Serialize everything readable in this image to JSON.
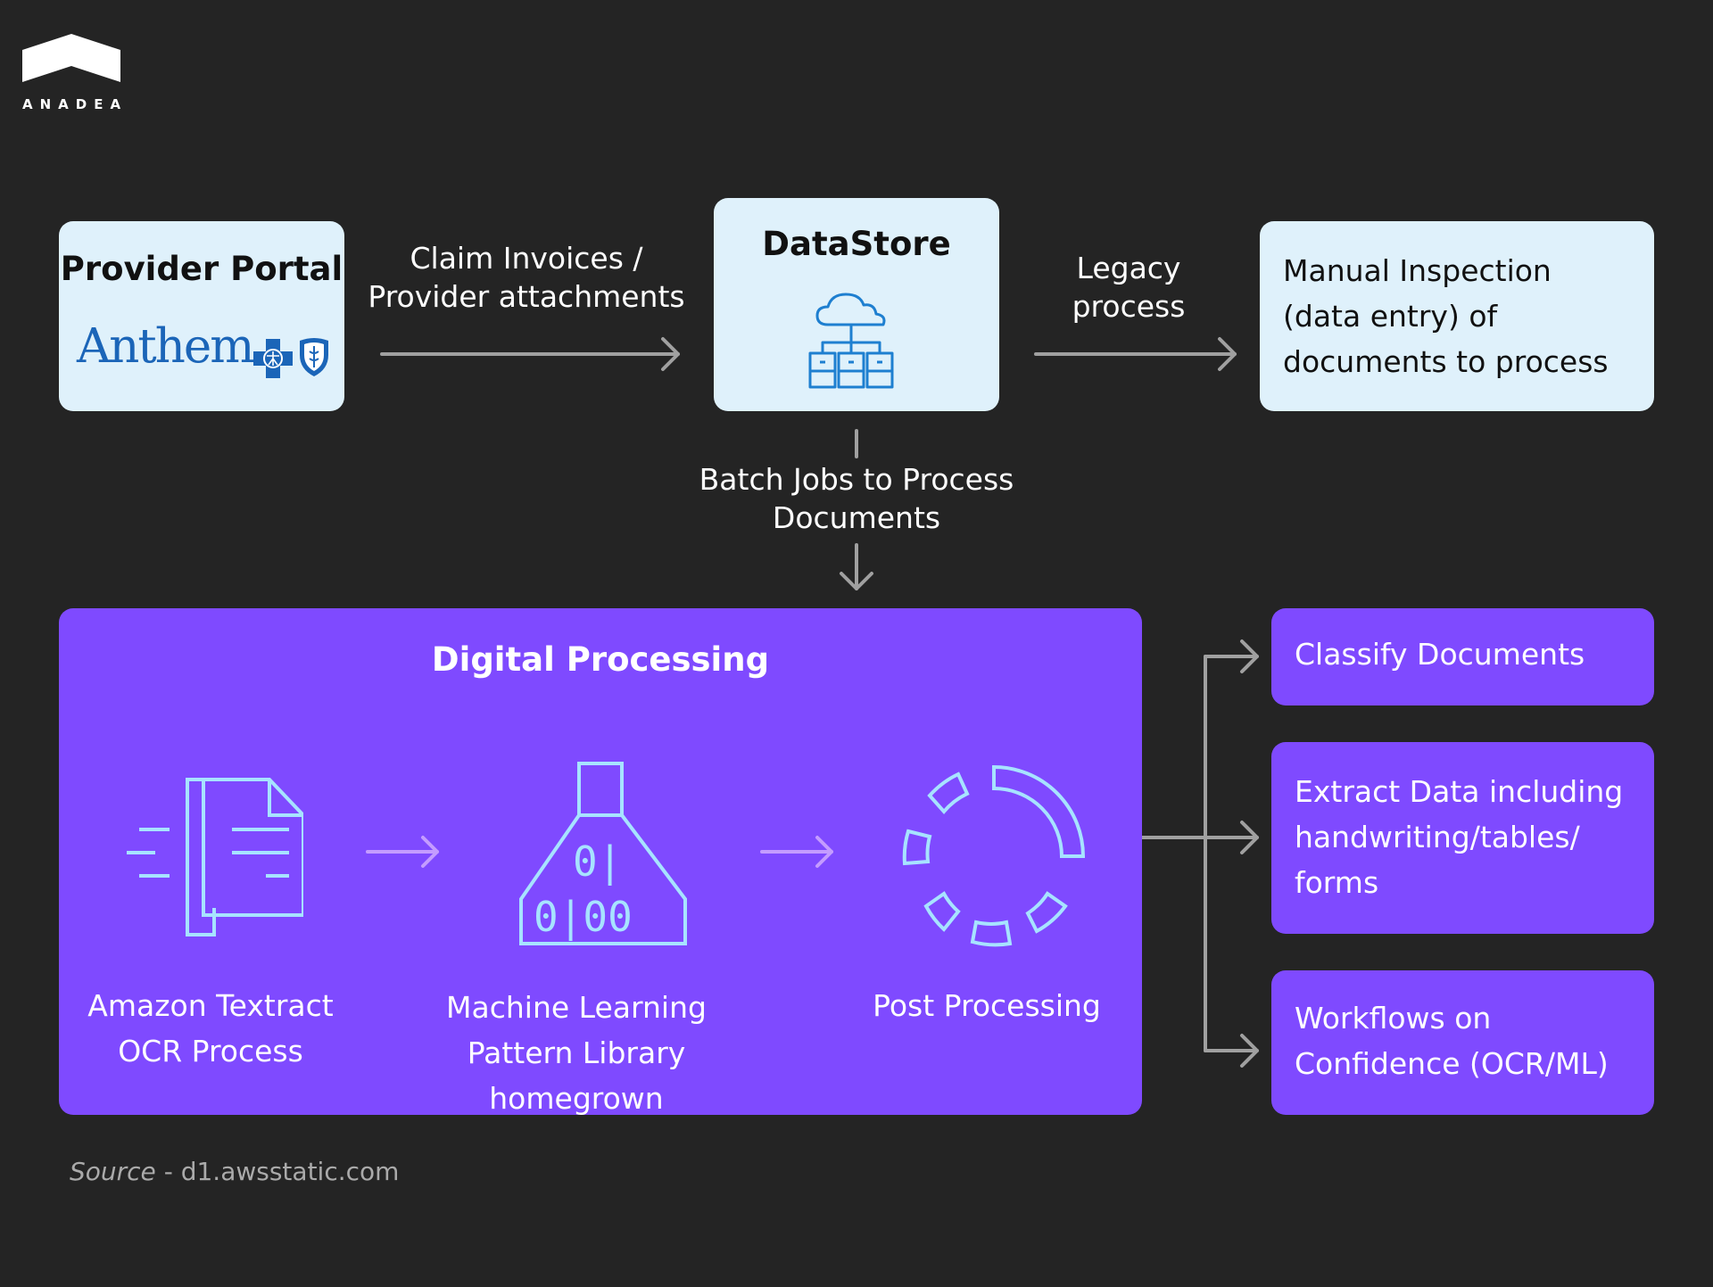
{
  "brand": {
    "logo_icon": "roof-chevron-logo",
    "name": "ANADEA"
  },
  "nodes": {
    "provider_portal": {
      "title": "Provider Portal",
      "logo_text": "Anthem",
      "logo_icons": [
        "blue-cross-icon",
        "blue-shield-icon"
      ],
      "registered_mark": "®"
    },
    "datastore": {
      "title": "DataStore",
      "icon": "cloud-server-network-icon"
    },
    "manual_inspection": {
      "lines": [
        "Manual Inspection",
        "(data entry) of",
        "documents to process"
      ]
    }
  },
  "edges": {
    "claim": {
      "lines": [
        "Claim Invoices /",
        "Provider attachments"
      ]
    },
    "legacy": {
      "lines": [
        "Legacy",
        "process"
      ]
    },
    "batch": {
      "lines": [
        "Batch Jobs to Process",
        "Documents"
      ]
    }
  },
  "digital_processing": {
    "title": "Digital Processing",
    "steps": [
      {
        "icon": "documents-icon",
        "lines": [
          "Amazon Textract",
          "OCR Process"
        ]
      },
      {
        "icon": "binary-flask-icon",
        "lines": [
          "Machine Learning",
          "Pattern Library homegrown"
        ]
      },
      {
        "icon": "loading-ring-icon",
        "lines": [
          "Post Processing"
        ]
      }
    ]
  },
  "outputs": [
    {
      "lines": [
        "Classify Documents"
      ]
    },
    {
      "lines": [
        "Extract Data including",
        "handwriting/tables/",
        "forms"
      ]
    },
    {
      "lines": [
        "Workflows on",
        "Confidence (OCR/ML)"
      ]
    }
  ],
  "footer": {
    "source_label": "Source",
    "source_separator": " - ",
    "source_value": "d1.awsstatic.com"
  },
  "colors": {
    "background": "#242424",
    "light_box": "#dff1fb",
    "purple": "#7f4aff",
    "icon_stroke": "#a7e3ff",
    "arrow": "#a0a0a0",
    "inner_arrow": "#c49cff",
    "anthem_blue": "#1b65b8"
  }
}
